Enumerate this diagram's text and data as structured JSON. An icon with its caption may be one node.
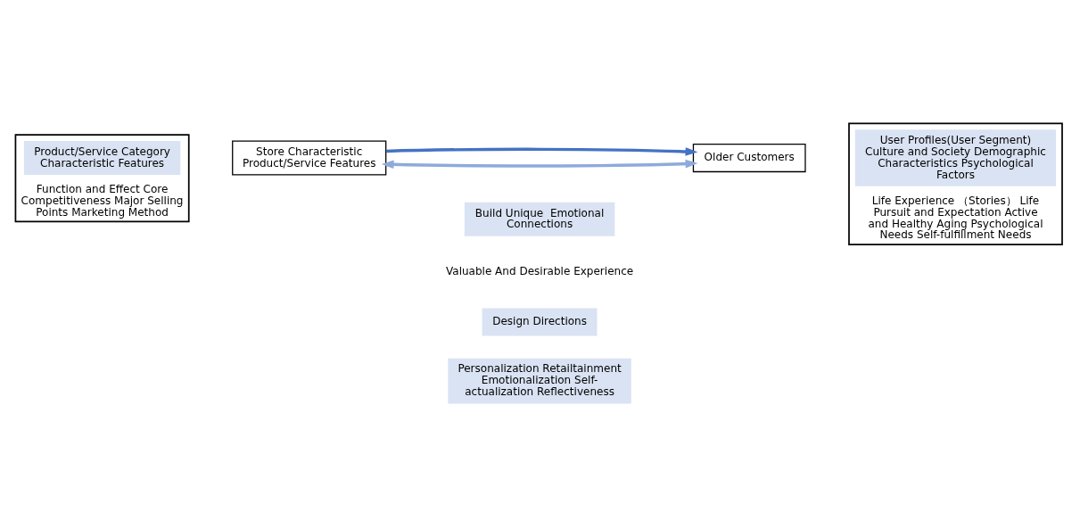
{
  "diagram": {
    "nodes": [
      {
        "text": [
          "Function and Effect Core Competitiveness Major Selling Points Marketing Method"
        ]
      },
      {
        "text": [
          "Product/Service Category Characteristic Features"
        ],
        "in": 0
      },
      {
        "text": [
          "Store Characteristic Product/Service Features"
        ]
      },
      {
        "text": [
          "Older Customers"
        ]
      },
      {
        "text": [
          "Life Experience （Stories） Life Pursuit and Expectation Active and Healthy Aging Psychological Needs Self-fulfillment Needs"
        ]
      },
      {
        "text": [
          "User Profiles(User Segment) Culture and Society Demographic Characteristics Psychological Factors"
        ],
        "in": 4
      },
      {
        "text": [
          "Build Unique  Emotional Connections"
        ]
      },
      {
        "text": [
          "Design Directions"
        ]
      },
      {
        "text": [
          "Personalization Retailtainment Emotionalization Self-actualization Reflectiveness"
        ]
      }
    ],
    "edges": [
      {
        "from": 2,
        "to": 3,
        "arrow": "both",
        "color": "#8eaadb"
      },
      {
        "from": 2,
        "to": 3,
        "arrow": "to",
        "color": "#4472c4"
      }
    ],
    "labels": [
      "Valuable And Desirable Experience"
    ]
  }
}
